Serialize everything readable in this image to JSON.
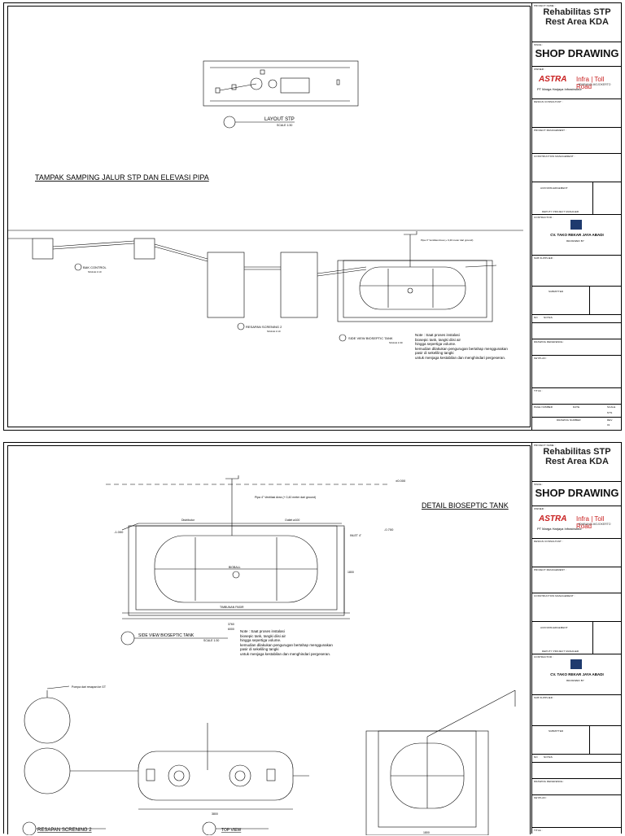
{
  "titleblock": {
    "project_name_label": "PROJECT NAME :",
    "project_name": "Rehabilitas STP Rest Area KDA",
    "issue_label": "ISSUE :",
    "issue": "SHOP DRAWING",
    "owner_label": "OWNER :",
    "logo_astra": "ASTRA",
    "logo_infra": "Infra | Toll Road",
    "logo_sub": "JOMBANG-MOJOKERTO",
    "owner_company": "PT Marga Harjaya Infrastruktur",
    "design_consultant_label": "DESIGN CONSULTANT :",
    "project_management_label": "PROJECT MANAGEMENT :",
    "construction_management_label": "CONSTRUCTION MANAGEMENT :",
    "acknowledgement_label": "ACKNOWLEDGEMENT",
    "deputy_pm_label": "DEPUTY PROJECT MANAGER",
    "contractor_label": "CONTRACTOR :",
    "contractor_name": "CV. TAKO REKAR JAYA ABADI",
    "reviewed_by_label": "REVIEWED BY",
    "project_manager_label": "Project manager",
    "sub_supplier_label": "SUB SUPPLIER :",
    "submitted_label": "SUBMITTED",
    "project_executive_label": "Project executive",
    "no_label": "NO",
    "notes_label": "NOTES",
    "drawing_reference_label": "DRAWING REFERENCE :",
    "keyplan_label": "KEYPLAN :",
    "title_label": "TITLE :",
    "page_number_label": "PAGE NUMBER",
    "date_label": "DATE",
    "scale_label": "SCALE",
    "drawing_number_label": "DRAWING NUMBER",
    "rev_label": "REV",
    "scale_value": "NTS",
    "rev_value": "01"
  },
  "sheet1": {
    "layout_title": "LAYOUT STP",
    "layout_scale": "SCALE 1:30",
    "main_title": "TAMPAK SAMPING JALUR STP DAN ELEVASI PIPA",
    "bak_control": "BAK CONTROL",
    "bak_scale": "SCALE 1:10",
    "resapan": "RESAPAN SCRENING 2",
    "resapan_scale": "SCALE 1:10",
    "side_view": "SIDE VIEW BIOSEPTIC TANK",
    "side_scale": "SCALE 1:30",
    "vent_note": "Pipa 4\" Ventilasi Area (+ 0,40 meter dari ground)",
    "notes": [
      "Note : Saat proses instalasi",
      "biosepic tank, tangki diisi air",
      "hingga sepertiga volume.",
      "kemudian dilakukan pengurugan bertahap menggunakan",
      "pasir di sekeliling tangki",
      "untuk menjaga kestabilan dan menghindari pergeseran."
    ]
  },
  "sheet2": {
    "detail_title": "DETAIL BIOSEPTIC TANK",
    "side_view": "SIDE VIEW BIOSEPTIC TANK",
    "side_scale": "SCALE 1:30",
    "vent_note": "Pipa 4\" Ventilasi Area (+ 0,40 meter dari ground)",
    "elev_top": "±0.000",
    "elev_left": "-1.000",
    "elev_right": "-0.700",
    "distributor": "Distributor",
    "inlet_label": "INLET 4\"",
    "outlet_label": "Outlet ø100",
    "sand_fill": "TIMBUNAN PASIR",
    "bioball": "BIOBALL",
    "dim_inner": "3760",
    "dim_outer": "6000",
    "dim_height": "1800",
    "notes": [
      "Note : Saat proses instalasi",
      "biosepic tank, tangki diisi air",
      "hingga sepertiga volume.",
      "kemudian dilakukan pengurugan bertahap menggunakan",
      "pasir di sekeliling tangki",
      "untuk menjaga kestabilan dan menghindari pergeseran."
    ],
    "pompa_note": "Pompa dari resapan ke GT",
    "resapan": "RESAPAN SCRENING 2",
    "top_view": "TOP VIEW",
    "top_dim": "3800",
    "bottom_dim": "1800"
  }
}
